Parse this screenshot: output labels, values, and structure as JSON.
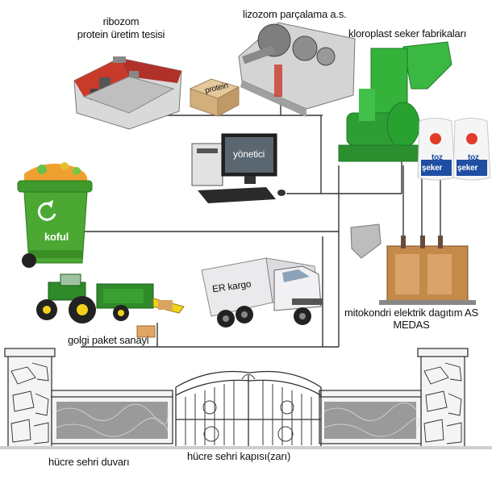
{
  "labels": {
    "ribosome_line1": "ribozom",
    "ribosome_line2": "protein üretim tesisi",
    "lysosome": "lizozom parçalama a.s.",
    "chloroplast": "kloroplast seker fabrikaları",
    "protein_box": "protein",
    "manager_screen": "yönetici",
    "vacuole_bin": "koful",
    "golgi": "golgi paket sanayi",
    "truck_side": "ER kargo",
    "mitochondria_line1": "mitokondri elektrik dagıtım AS",
    "mitochondria_line2": "MEDAS",
    "wall": "hücre sehri duvarı",
    "gate": "hücre sehri kapısı(zarı)",
    "sugar_bag_brand": "toz",
    "sugar_bag_brand2": "şeker"
  },
  "colors": {
    "bin_green": "#4aa833",
    "tractor_green": "#2f8a2a",
    "tractor_yellow": "#f2d21b",
    "machine_red": "#c83a2a",
    "chloroplast_green": "#35b23a",
    "truck_body": "#e9e9ec",
    "wire": "#333333",
    "wall_stone": "#f4f4f4",
    "gate_iron": "#3a3a3a",
    "sugar_blue": "#1f4ea3",
    "transformer": "#c48a4a"
  }
}
